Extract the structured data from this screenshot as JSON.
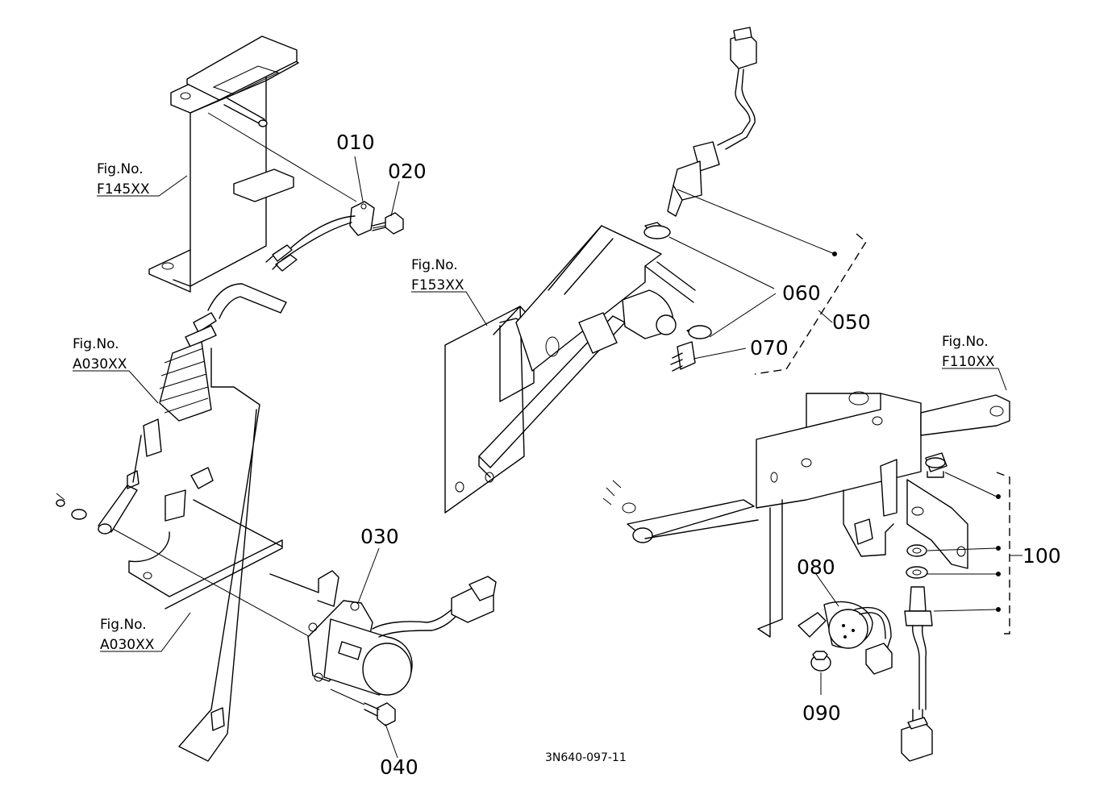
{
  "parts": {
    "p010": "010",
    "p020": "020",
    "p030": "030",
    "p040": "040",
    "p050": "050",
    "p060": "060",
    "p070": "070",
    "p080": "080",
    "p090": "090",
    "p100": "100"
  },
  "figrefs": {
    "f145_a": "Fig.No.",
    "f145_b": "F145XX",
    "f153_a": "Fig.No.",
    "f153_b": "F153XX",
    "a030top_a": "Fig.No.",
    "a030top_b": "A030XX",
    "a030bot_a": "Fig.No.",
    "a030bot_b": "A030XX",
    "f110_a": "Fig.No.",
    "f110_b": "F110XX"
  },
  "drawing_code": "3N640-097-11"
}
